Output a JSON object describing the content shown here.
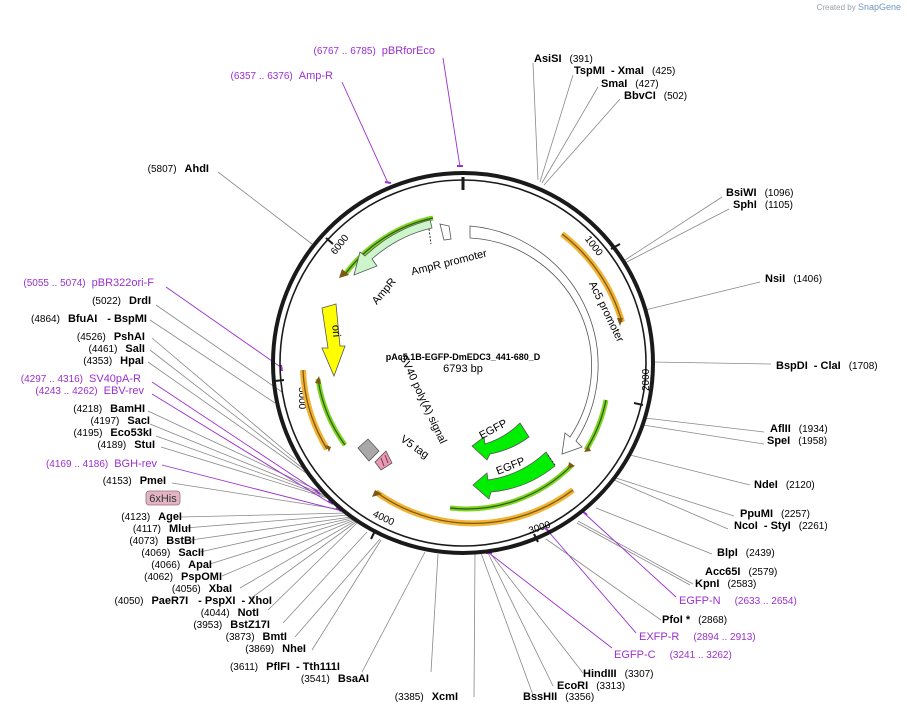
{
  "brand": {
    "created_by": "Created by",
    "name": "SnapGene"
  },
  "plasmid": {
    "name": "pAc5.1B-EGFP-DmEDC3_441-680_D",
    "length_label": "6793 bp",
    "length": 6793
  },
  "ticks": [
    "1000",
    "2000",
    "3000",
    "4000",
    "5000",
    "6000"
  ],
  "features": [
    {
      "name": "AmpR promoter",
      "color": "#ffffff"
    },
    {
      "name": "AmpR",
      "color": "#ccf5cc"
    },
    {
      "name": "Ac5 promoter",
      "color": "#ffffff"
    },
    {
      "name": "ori",
      "color": "#ffff00"
    },
    {
      "name": "SV40 poly(A) signal",
      "color": "#a8a8a8"
    },
    {
      "name": "V5 tag",
      "color": "#e89ab0"
    },
    {
      "name": "EGFP",
      "color": "#00ee00"
    },
    {
      "name": "EGFP",
      "color": "#00ee00"
    }
  ],
  "enzymes": [
    {
      "name": "AsiSI",
      "pos": "(391)"
    },
    {
      "name": "TspMI",
      "pos": "(425)"
    },
    {
      "name": "- XmaI",
      "pos": ""
    },
    {
      "name": "SmaI",
      "pos": "(427)"
    },
    {
      "name": "BbvCI",
      "pos": "(502)"
    },
    {
      "name": "BsiWI",
      "pos": "(1096)"
    },
    {
      "name": "SphI",
      "pos": "(1105)"
    },
    {
      "name": "NsiI",
      "pos": "(1406)"
    },
    {
      "name": "BspDI",
      "pos": "(1708)"
    },
    {
      "name": "- ClaI",
      "pos": ""
    },
    {
      "name": "AflII",
      "pos": "(1934)"
    },
    {
      "name": "SpeI",
      "pos": "(1958)"
    },
    {
      "name": "NdeI",
      "pos": "(2120)"
    },
    {
      "name": "PpuMI",
      "pos": "(2257)"
    },
    {
      "name": "NcoI",
      "pos": "(2261)"
    },
    {
      "name": "- StyI",
      "pos": ""
    },
    {
      "name": "BlpI",
      "pos": "(2439)"
    },
    {
      "name": "Acc65I",
      "pos": "(2579)"
    },
    {
      "name": "KpnI",
      "pos": "(2583)"
    },
    {
      "name": "PfoI *",
      "pos": "(2868)"
    },
    {
      "name": "HindIII",
      "pos": "(3307)"
    },
    {
      "name": "EcoRI",
      "pos": "(3313)"
    },
    {
      "name": "BssHII",
      "pos": "(3356)"
    },
    {
      "name": "XcmI",
      "pos": "(3385)"
    },
    {
      "name": "BsaAI",
      "pos": "(3541)"
    },
    {
      "name": "PflFI",
      "pos": "(3611)"
    },
    {
      "name": "- Tth111I",
      "pos": ""
    },
    {
      "name": "NheI",
      "pos": "(3869)"
    },
    {
      "name": "BmtI",
      "pos": "(3873)"
    },
    {
      "name": "BstZ17I",
      "pos": "(3953)"
    },
    {
      "name": "NotI",
      "pos": "(4044)"
    },
    {
      "name": "PaeR7I",
      "pos": "(4050)"
    },
    {
      "name": "- PspXI",
      "pos": ""
    },
    {
      "name": "- XhoI",
      "pos": ""
    },
    {
      "name": "XbaI",
      "pos": "(4056)"
    },
    {
      "name": "PspOMI",
      "pos": "(4062)"
    },
    {
      "name": "ApaI",
      "pos": "(4066)"
    },
    {
      "name": "SacII",
      "pos": "(4069)"
    },
    {
      "name": "BstBI",
      "pos": "(4073)"
    },
    {
      "name": "MluI",
      "pos": "(4117)"
    },
    {
      "name": "AgeI",
      "pos": "(4123)"
    },
    {
      "name": "PmeI",
      "pos": "(4153)"
    },
    {
      "name": "StuI",
      "pos": "(4189)"
    },
    {
      "name": "Eco53kI",
      "pos": "(4195)"
    },
    {
      "name": "SacI",
      "pos": "(4197)"
    },
    {
      "name": "BamHI",
      "pos": "(4218)"
    },
    {
      "name": "HpaI",
      "pos": "(4353)"
    },
    {
      "name": "SalI",
      "pos": "(4461)"
    },
    {
      "name": "PshAI",
      "pos": "(4526)"
    },
    {
      "name": "BfuAI",
      "pos": "(4864)"
    },
    {
      "name": "- BspMI",
      "pos": ""
    },
    {
      "name": "DrdI",
      "pos": "(5022)"
    },
    {
      "name": "AhdI",
      "pos": "(5807)"
    }
  ],
  "primers": [
    {
      "name": "pBRforEco",
      "pos": "(6767 .. 6785)"
    },
    {
      "name": "Amp-R",
      "pos": "(6357 .. 6376)"
    },
    {
      "name": "pBR322ori-F",
      "pos": "(5055 .. 5074)"
    },
    {
      "name": "SV40pA-R",
      "pos": "(4297 .. 4316)"
    },
    {
      "name": "EBV-rev",
      "pos": "(4243 .. 4262)"
    },
    {
      "name": "BGH-rev",
      "pos": "(4169 .. 4186)"
    },
    {
      "name": "EGFP-N",
      "pos": "(2633 .. 2654)"
    },
    {
      "name": "EXFP-R",
      "pos": "(2894 .. 2913)"
    },
    {
      "name": "EGFP-C",
      "pos": "(3241 .. 3262)"
    }
  ],
  "tag": {
    "label": "6xHis"
  },
  "colors": {
    "primer": "#9b2fd0",
    "orf": "#f2b233",
    "promoter_arrow": "#ffffff",
    "backbone": "#1a1a1a"
  }
}
